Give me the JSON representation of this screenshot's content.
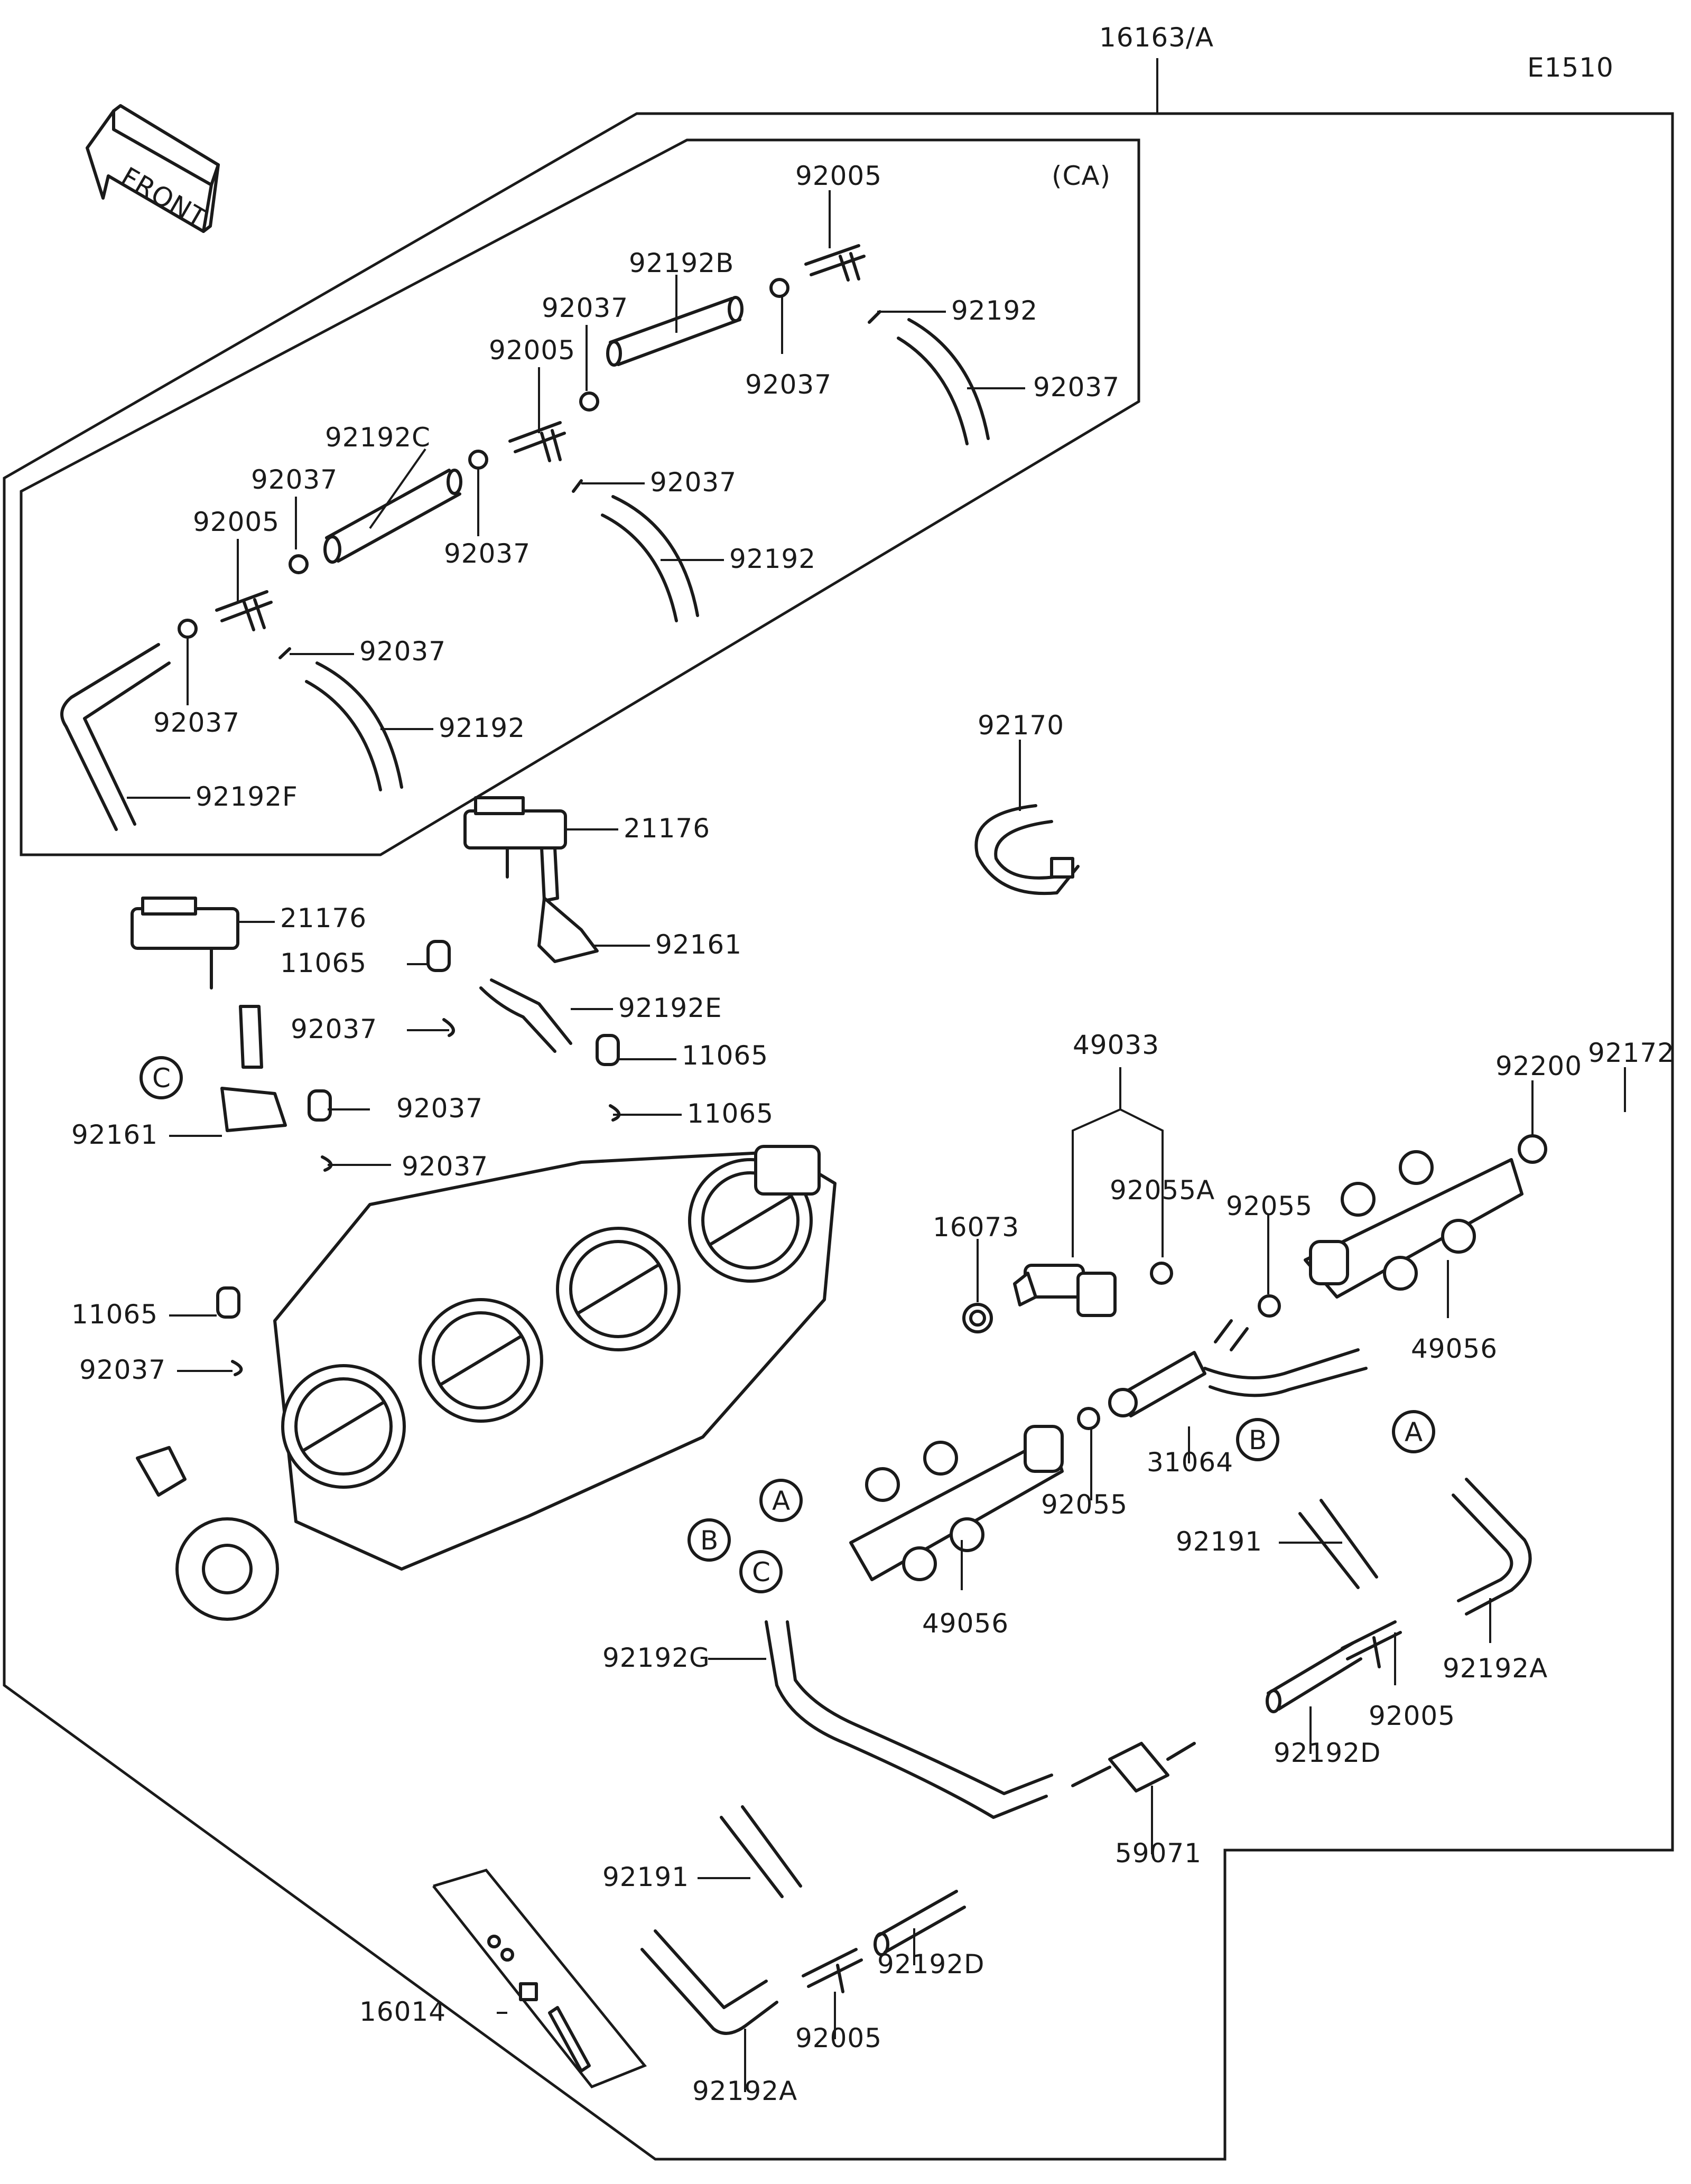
{
  "header": {
    "assembly_ref": "16163/A",
    "diagram_code": "E1510"
  },
  "front_arrow": {
    "label": "FRONT",
    "icon": "front-arrow-icon"
  },
  "ca_box": {
    "label": "(CA)"
  },
  "callouts": {
    "A": "A",
    "B": "B",
    "C": "C"
  },
  "labels": [
    "92005",
    "92037",
    "92192B",
    "92005",
    "92037",
    "92192",
    "92037",
    "92192C",
    "92037",
    "92037",
    "92037",
    "92192",
    "92005",
    "92037",
    "92192",
    "92037",
    "92192F",
    "92170",
    "21176",
    "21176",
    "92161",
    "11065",
    "92192E",
    "92037",
    "11065",
    "92037",
    "11065",
    "92037",
    "92161",
    "11065",
    "92037",
    "49033",
    "92200",
    "92172",
    "92055A",
    "92055",
    "16073",
    "49056",
    "31064",
    "92055",
    "49056",
    "92191",
    "92192A",
    "92192G",
    "92005",
    "92192D",
    "59071",
    "92191",
    "92192D",
    "16014",
    "92005",
    "92192A"
  ]
}
